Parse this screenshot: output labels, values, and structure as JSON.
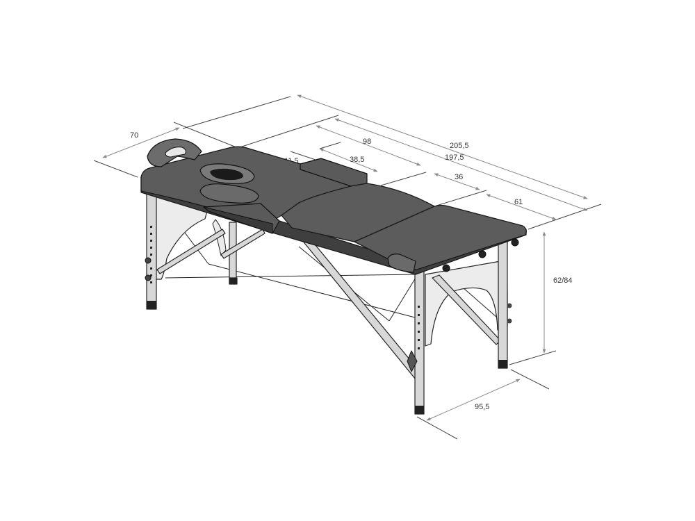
{
  "diagram": {
    "colors": {
      "pad": "#5c5c5c",
      "pad_edge": "#2a2a2a",
      "side_panel": "#ececec",
      "frame": "#d8d8d8",
      "background": "#ffffff"
    },
    "dimensions": {
      "width": "70",
      "head_length": "98",
      "faceplate": "11,5",
      "armrest": "38,5",
      "total_length": "205,5",
      "table_length": "197,5",
      "pad_36": "36",
      "pad_61": "61",
      "height": "62/84",
      "depth": "95,5"
    }
  }
}
